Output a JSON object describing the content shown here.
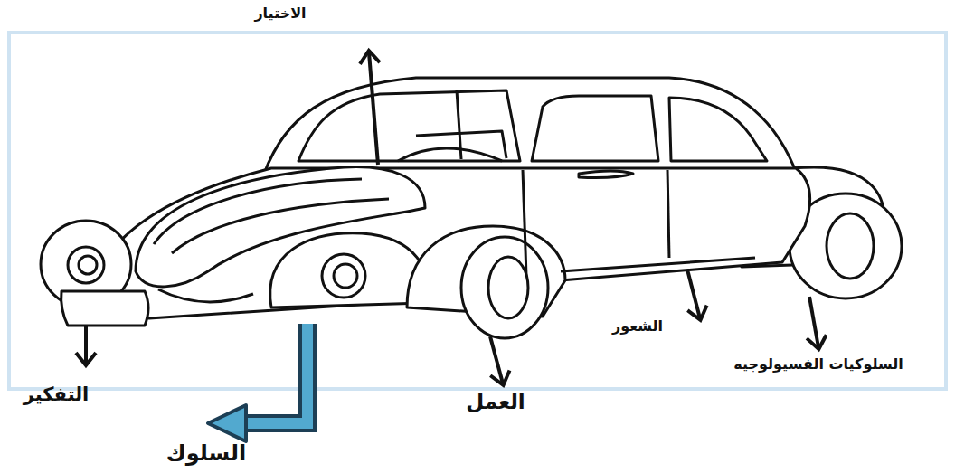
{
  "diagram": {
    "labels": [
      "الاختيار",
      "الشعور",
      "السلوكيات الفسيولوجيه",
      "التفكير",
      "العمل",
      "السلوك"
    ]
  }
}
